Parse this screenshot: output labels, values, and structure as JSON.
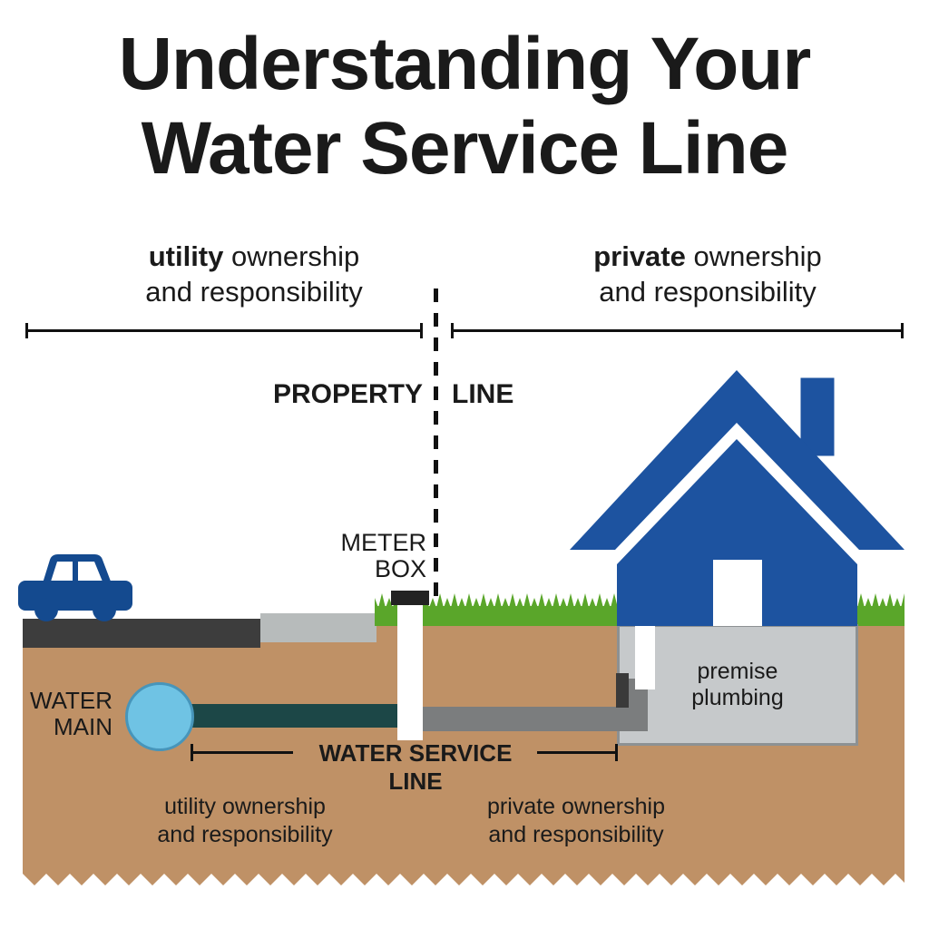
{
  "title": {
    "line1": "Understanding Your",
    "line2": "Water Service Line"
  },
  "top_labels": {
    "utility": {
      "bold": "utility",
      "rest": " ownership",
      "line2": "and responsibility"
    },
    "private": {
      "bold": "private",
      "rest": " ownership",
      "line2": "and responsibility"
    }
  },
  "property_line": {
    "word1": "PROPERTY",
    "word2": "LINE"
  },
  "scene_labels": {
    "meter_box": {
      "line1": "METER",
      "line2": "BOX"
    },
    "water_main": {
      "line1": "WATER",
      "line2": "MAIN"
    },
    "water_service_line": "WATER SERVICE LINE",
    "premise_plumbing": {
      "line1": "premise",
      "line2": "plumbing"
    },
    "utility_bottom": {
      "line1": "utility ownership",
      "line2": "and responsibility"
    },
    "private_bottom": {
      "line1": "private ownership",
      "line2": "and responsibility"
    }
  },
  "colors": {
    "text": "#1a1a1a",
    "house_blue": "#1d53a0",
    "car_blue": "#144a8f",
    "grass_green": "#5aa62a",
    "soil_brown": "#bf9166",
    "road_dark": "#3d3d3d",
    "sidewalk_gray": "#b7bbbb",
    "water_main_blue": "#6fc3e4",
    "water_main_border": "#4795ba",
    "service_pipe_teal": "#1c4747",
    "premise_pipe_gray": "#7b7d7e",
    "basement_gray": "#c6c9cb",
    "basement_border": "#8d9193",
    "valve_dark": "#3a3a3a",
    "line_black": "#111111"
  }
}
